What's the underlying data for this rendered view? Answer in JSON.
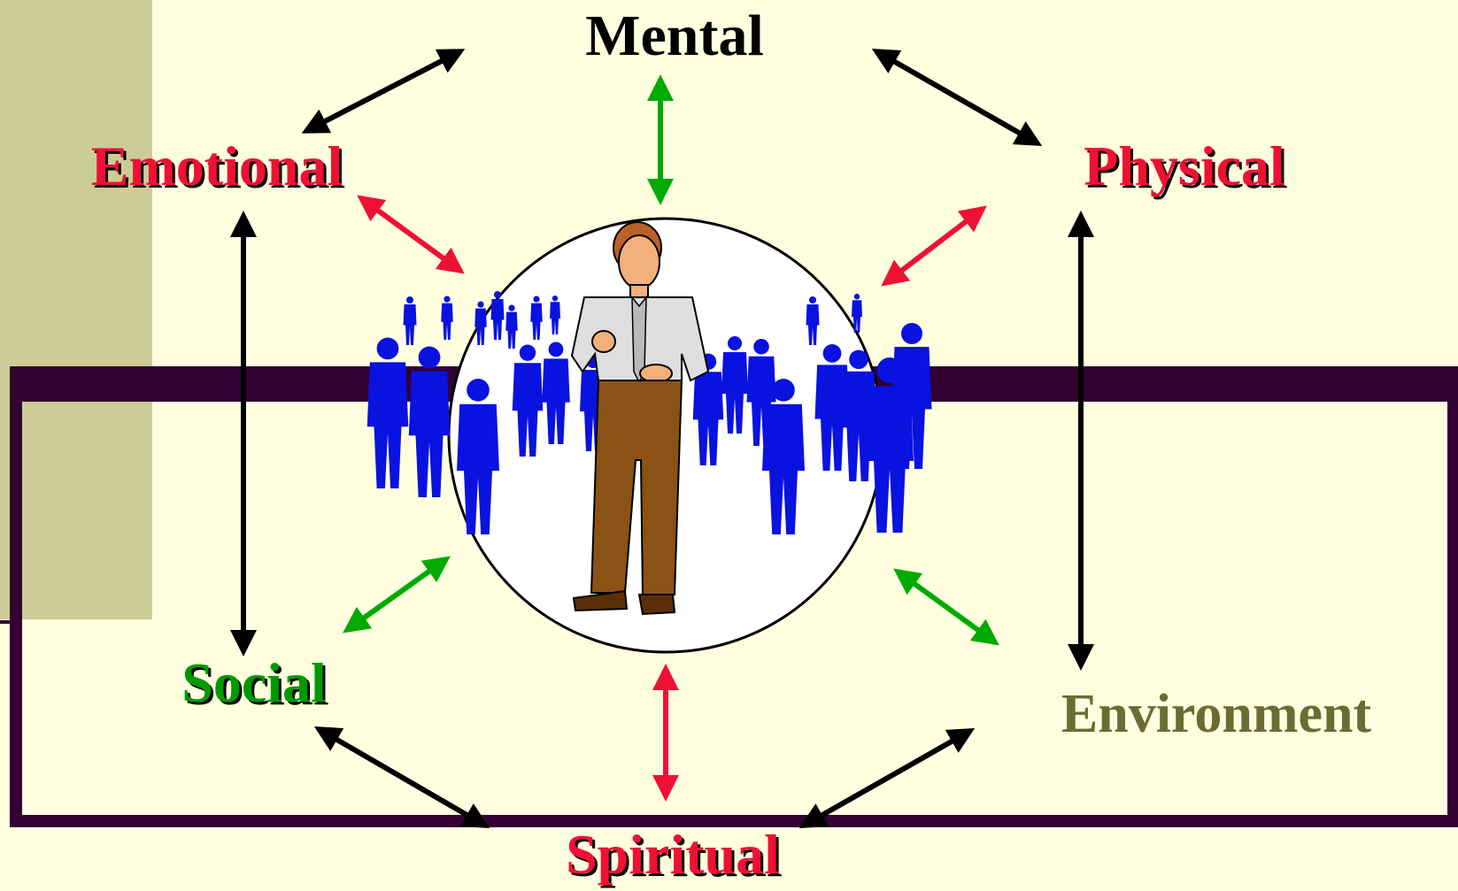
{
  "colors": {
    "background": "#ffffe0",
    "side_panel": "#cccc99",
    "frame": "#330033",
    "arrow_black": "#000000",
    "arrow_green": "#00aa00",
    "arrow_red": "#ee1133",
    "label_red": "#ee1133",
    "label_green": "#009900",
    "label_olive": "#6b6b33",
    "crowd_blue": "#0a12e0"
  },
  "labels": {
    "mental": "Mental",
    "emotional": "Emotional",
    "physical": "Physical",
    "social": "Social",
    "environment": "Environment",
    "spiritual": "Spiritual"
  },
  "icons": {
    "center_figure": "man-in-crowd-icon",
    "crowd": "people-silhouette-icon"
  }
}
